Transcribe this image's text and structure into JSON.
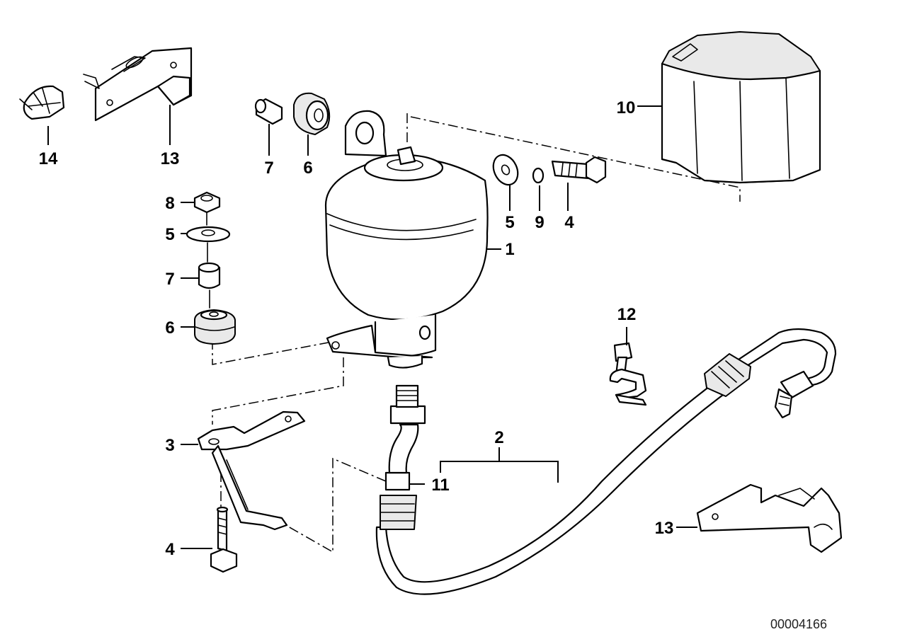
{
  "callouts": {
    "c1": "1",
    "c2": "2",
    "c3": "3",
    "c4a": "4",
    "c4b": "4",
    "c5a": "5",
    "c5b": "5",
    "c6a": "6",
    "c6b": "6",
    "c7a": "7",
    "c7b": "7",
    "c8": "8",
    "c9": "9",
    "c10": "10",
    "c11": "11",
    "c12": "12",
    "c13a": "13",
    "c13b": "13",
    "c14": "14"
  },
  "diagram_number": "00004166"
}
